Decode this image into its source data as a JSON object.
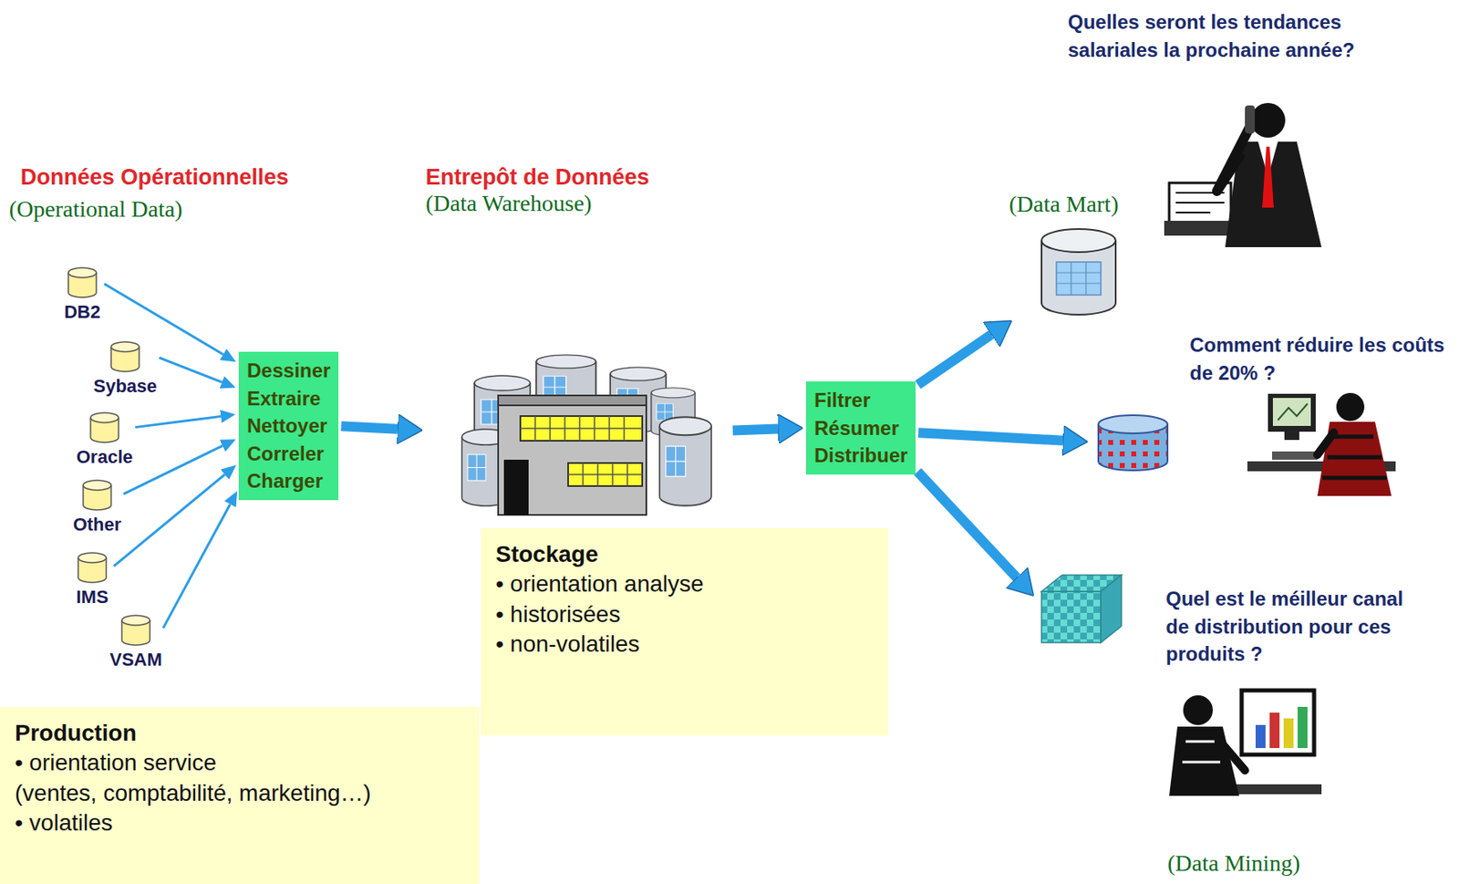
{
  "diagram": {
    "nodes": [
      {
        "text": [
          "DB2"
        ]
      },
      {
        "text": [
          "Sybase"
        ]
      },
      {
        "text": [
          "Oracle"
        ]
      },
      {
        "text": [
          "Other"
        ]
      },
      {
        "text": [
          "IMS"
        ]
      },
      {
        "text": [
          "VSAM"
        ]
      },
      {
        "text": [
          "Dessiner Extraire Nettoyer Correler Charger"
        ]
      },
      {
        "text": [
          "Entrepôt de Données",
          "(Data Warehouse)"
        ]
      },
      {
        "text": [
          "Stockage",
          "• orientation analyse",
          "• historisées",
          "• non-volatiles"
        ]
      },
      {
        "text": [
          "Filtrer Résumer Distribuer"
        ]
      },
      {
        "text": [
          "(Data Mart)"
        ]
      },
      {
        "text": [
          "Comment réduire les coûts de 20% ?"
        ]
      },
      {
        "text": [
          "Quel est le méilleur canal de distribution pour ces produits ?"
        ]
      },
      {
        "text": [
          "Production",
          "• orientation service",
          "(ventes, comptabilité, marketing…)",
          "• volatiles"
        ]
      }
    ],
    "edges": [
      {
        "from": 0,
        "to": 6,
        "arrow": "to"
      },
      {
        "from": 1,
        "to": 6,
        "arrow": "to"
      },
      {
        "from": 2,
        "to": 6,
        "arrow": "to"
      },
      {
        "from": 3,
        "to": 6,
        "arrow": "to"
      },
      {
        "from": 4,
        "to": 6,
        "arrow": "to"
      },
      {
        "from": 5,
        "to": 6,
        "arrow": "to"
      },
      {
        "from": 6,
        "to": 7,
        "arrow": "to"
      },
      {
        "from": 7,
        "to": 9,
        "arrow": "to"
      },
      {
        "from": 9,
        "to": 10,
        "arrow": "to"
      },
      {
        "from": 9,
        "to": 11,
        "arrow": "to"
      },
      {
        "from": 9,
        "to": 12,
        "arrow": "to"
      }
    ],
    "labels": [
      "Données Opérationnelles",
      "(Operational Data)",
      "Quelles seront les tendances salariales la prochaine année?",
      "(Data Mining)"
    ]
  }
}
